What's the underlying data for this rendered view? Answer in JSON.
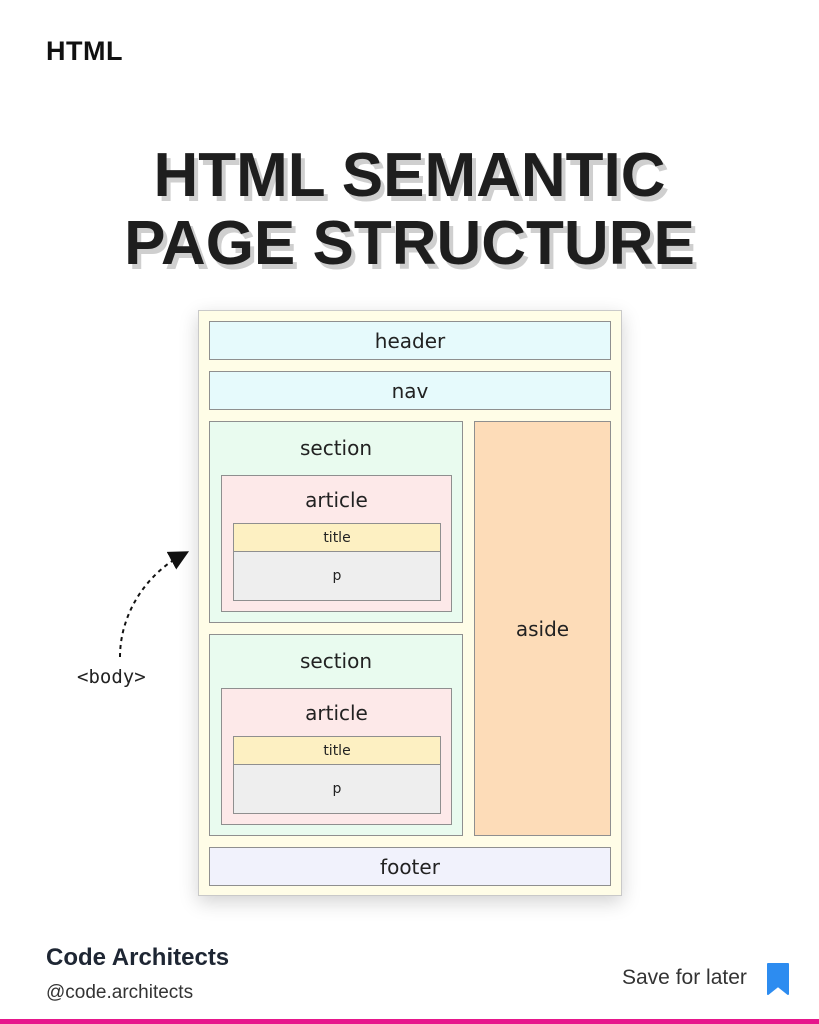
{
  "brand_tag": "HTML",
  "headline": {
    "line1": "HTML SEMANTIC",
    "line2": "PAGE STRUCTURE"
  },
  "diagram": {
    "header": "header",
    "nav": "nav",
    "aside": "aside",
    "footer": "footer",
    "sections": [
      {
        "label": "section",
        "article": {
          "label": "article",
          "title": "title",
          "p": "p"
        }
      },
      {
        "label": "section",
        "article": {
          "label": "article",
          "title": "title",
          "p": "p"
        }
      }
    ],
    "body_label": "<body>"
  },
  "footer_info": {
    "author": "Code Architects",
    "handle": "@code.architects",
    "save_label": "Save for later"
  },
  "colors": {
    "accent_bar": "#e6178c",
    "bookmark": "#2d8cf0"
  }
}
